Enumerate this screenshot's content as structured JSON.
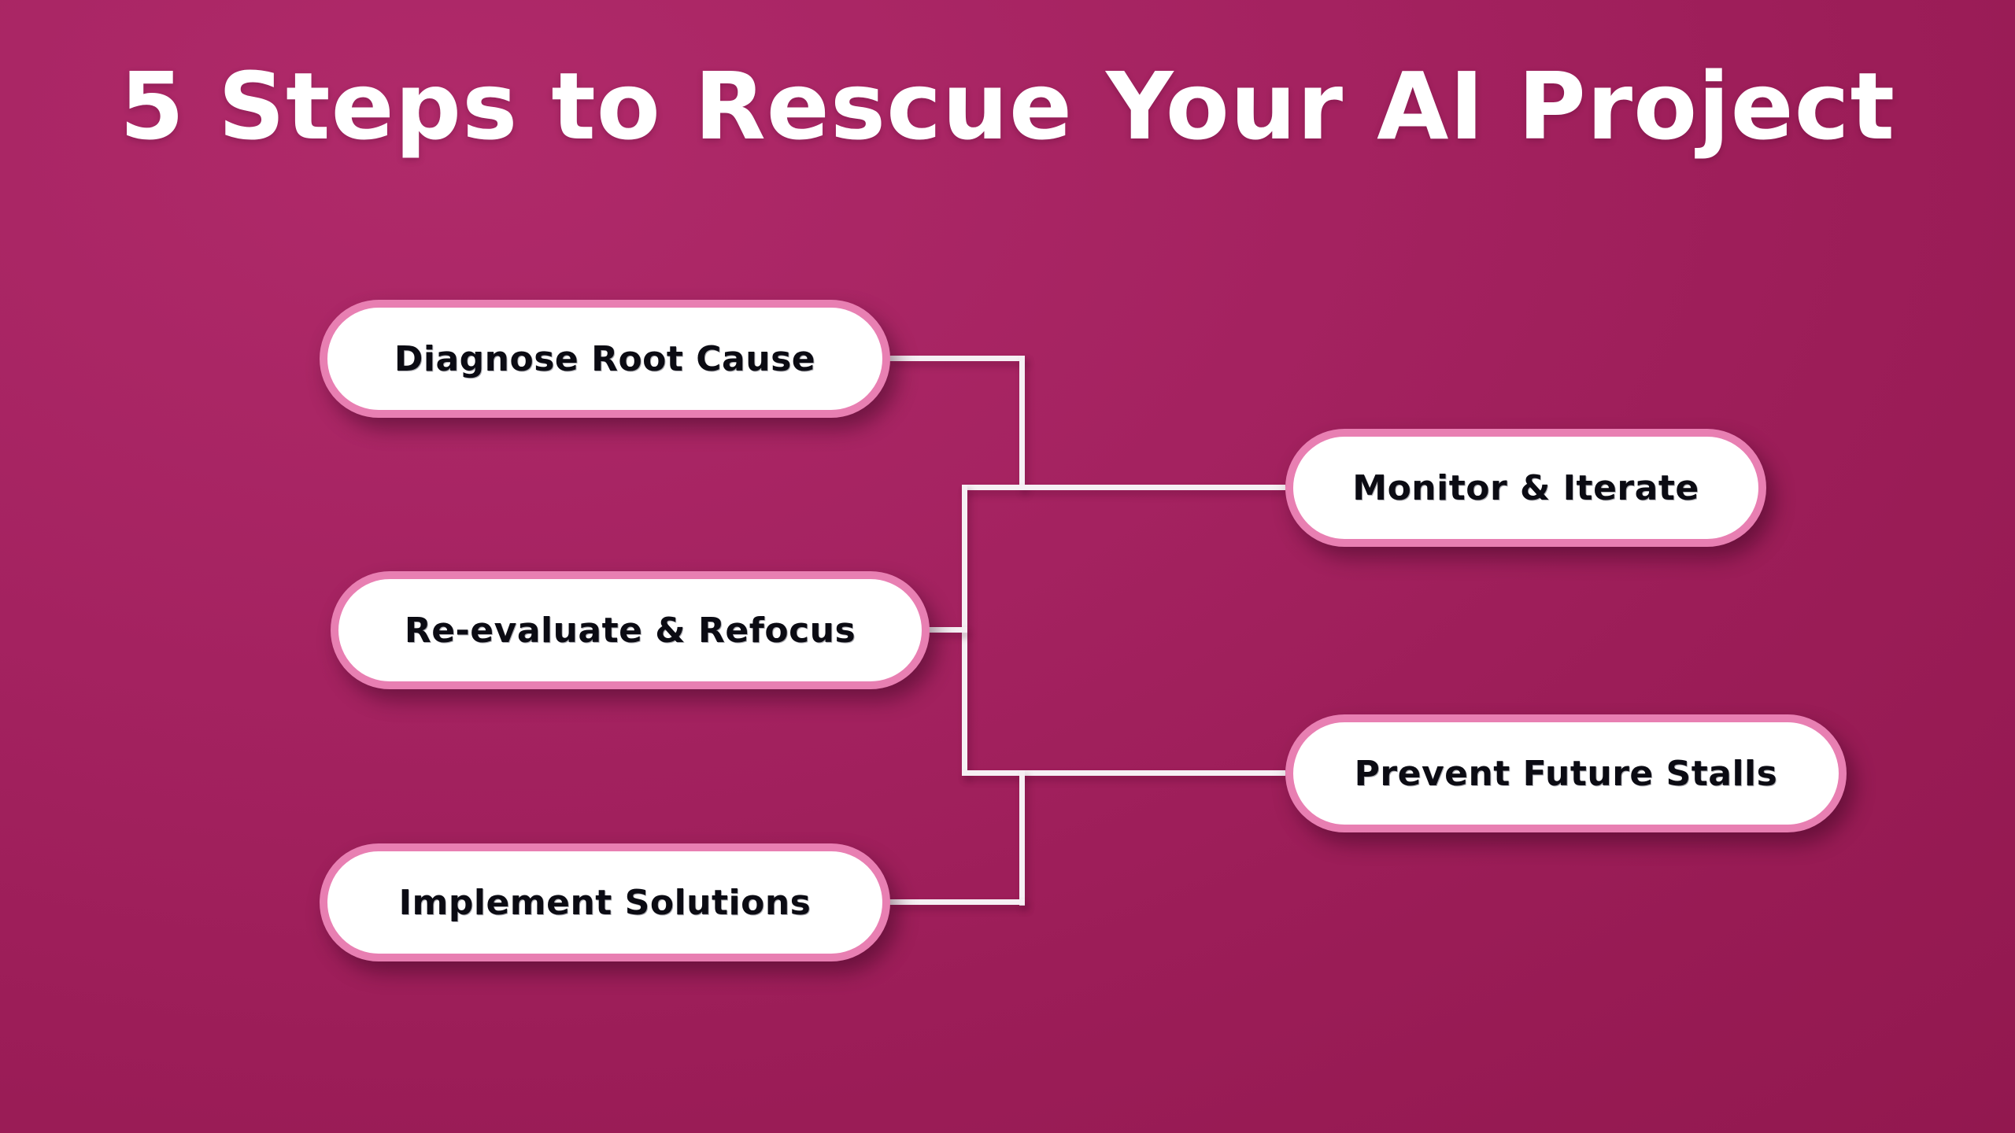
{
  "title": "5 Steps to Rescue Your AI Project",
  "diagram": {
    "nodes": [
      {
        "id": "diagnose-root-cause",
        "label": "Diagnose Root Cause",
        "side": "left"
      },
      {
        "id": "re-evaluate-refocus",
        "label": "Re-evaluate & Refocus",
        "side": "left"
      },
      {
        "id": "implement-solutions",
        "label": "Implement Solutions",
        "side": "left"
      },
      {
        "id": "monitor-iterate",
        "label": "Monitor & Iterate",
        "side": "right"
      },
      {
        "id": "prevent-future-stalls",
        "label": "Prevent Future Stalls",
        "side": "right"
      }
    ]
  },
  "colors": {
    "background_top_left": "#b02a6a",
    "background_mid": "#a02159",
    "background_bottom_right": "#92184f",
    "node_fill": "#ffffff",
    "node_border": "#e87fb2",
    "node_text": "#0b0b13",
    "connector": "#f6f0f4",
    "title_text": "#ffffff"
  }
}
